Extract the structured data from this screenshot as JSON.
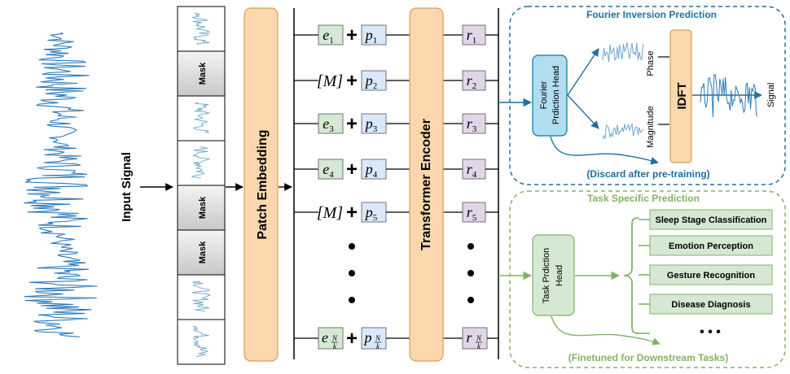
{
  "input": {
    "label": "Input Signal",
    "wave_color": "#2b7bba"
  },
  "patches": [
    {
      "kind": "signal"
    },
    {
      "kind": "mask",
      "label": "Mask"
    },
    {
      "kind": "signal"
    },
    {
      "kind": "signal"
    },
    {
      "kind": "mask",
      "label": "Mask"
    },
    {
      "kind": "mask",
      "label": "Mask"
    },
    {
      "kind": "signal"
    },
    {
      "kind": "signal"
    }
  ],
  "patch_embedding": {
    "label": "Patch Embedding",
    "color": "#fad7ac",
    "stroke": "#d6a05a"
  },
  "tokens": [
    {
      "embed": "e",
      "embed_sub": "1",
      "pos": "p",
      "pos_sub": "1",
      "out": "r",
      "out_sub": "1"
    },
    {
      "embed": "[M]",
      "embed_sub": "",
      "pos": "p",
      "pos_sub": "2",
      "out": "r",
      "out_sub": "2"
    },
    {
      "embed": "e",
      "embed_sub": "3",
      "pos": "p",
      "pos_sub": "3",
      "out": "r",
      "out_sub": "3"
    },
    {
      "embed": "e",
      "embed_sub": "4",
      "pos": "p",
      "pos_sub": "4",
      "out": "r",
      "out_sub": "4"
    },
    {
      "embed": "[M]",
      "embed_sub": "",
      "pos": "p",
      "pos_sub": "5",
      "out": "r",
      "out_sub": "5"
    }
  ],
  "last_token": {
    "embed": "e",
    "pos": "p",
    "out": "r",
    "sub_num": "N",
    "sub_den": "k"
  },
  "plus_symbol": "+",
  "transformer": {
    "label": "Transformer Encoder",
    "color": "#fad7ac",
    "stroke": "#d6a05a"
  },
  "token_colors": {
    "embed": "#d5e8d4",
    "pos": "#dae8fc",
    "out": "#e1d5e7"
  },
  "fourier": {
    "title": "Fourier Inversion Prediction",
    "color": "#1f6f9f",
    "head_label": [
      "Fourier",
      "Prdiction Head"
    ],
    "phase_label": "Phase",
    "magnitude_label": "Magnitude",
    "idft_label": "IDFT",
    "signal_label": "Signal",
    "note": "(Discard after pre-training)"
  },
  "task": {
    "title": "Task Specific Prediction",
    "color": "#82b366",
    "head_label": [
      "Task Prdiction",
      "Head"
    ],
    "tasks": [
      "Sleep Stage Classification",
      "Emotion Perception",
      "Gesture Recognition",
      "Disease Diagnosis"
    ],
    "more": "• • •",
    "note": "(Finetuned for Downstream Tasks)"
  }
}
